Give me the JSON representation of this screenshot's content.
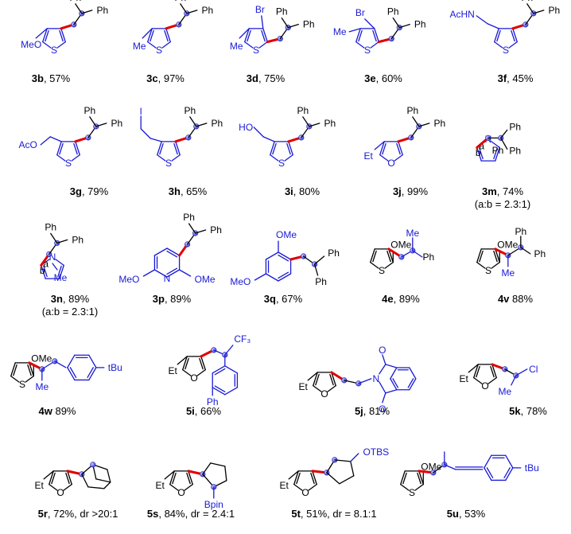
{
  "compounds": [
    {
      "id": "3b",
      "yield": ", 57%"
    },
    {
      "id": "3c",
      "yield": ", 97%"
    },
    {
      "id": "3d",
      "yield": ", 75%"
    },
    {
      "id": "3e",
      "yield": ", 60%"
    },
    {
      "id": "3f",
      "yield": ", 45%"
    },
    {
      "id": "3g",
      "yield": ", 79%"
    },
    {
      "id": "3h",
      "yield": ", 65%"
    },
    {
      "id": "3i",
      "yield": ", 80%"
    },
    {
      "id": "3j",
      "yield": ", 99%"
    },
    {
      "id": "3m",
      "yield": ", 74%",
      "note": "(a:b = 2.3:1)"
    },
    {
      "id": "3n",
      "yield": ", 89%",
      "note": "(a:b = 2.3:1)"
    },
    {
      "id": "3p",
      "yield": ", 89%"
    },
    {
      "id": "3q",
      "yield": ", 67%"
    },
    {
      "id": "4e",
      "yield": ", 89%"
    },
    {
      "id": "4v",
      "yield": " 88%"
    },
    {
      "id": "4w",
      "yield": " 89%"
    },
    {
      "id": "5i",
      "yield": ", 66%"
    },
    {
      "id": "5j",
      "yield": ", 81%"
    },
    {
      "id": "5k",
      "yield": ", 78%"
    },
    {
      "id": "5r",
      "yield": ", 72%, dr >20:1"
    },
    {
      "id": "5s",
      "yield": ", 84%, dr = 2.4:1"
    },
    {
      "id": "5t",
      "yield": ", 51%, dr = 8.1:1"
    },
    {
      "id": "5u",
      "yield": ", 53%"
    }
  ],
  "atoms": {
    "ph": "Ph",
    "s": "S",
    "o": "O",
    "n": "N",
    "h": "H",
    "i": "I",
    "meo": "MeO",
    "ome": "OMe",
    "me": "Me",
    "br": "Br",
    "acHN": "AcHN",
    "aco": "AcO",
    "ho": "HO",
    "et": "Et",
    "cf3": "CF₃",
    "cl": "Cl",
    "tbu": "tBu",
    "bpin": "Bpin",
    "otbs": "OTBS",
    "site_a": "a",
    "site_b": "b"
  },
  "colors": {
    "scaffold": "#1a1ad6",
    "bond": "#e00000",
    "text": "#000000"
  }
}
